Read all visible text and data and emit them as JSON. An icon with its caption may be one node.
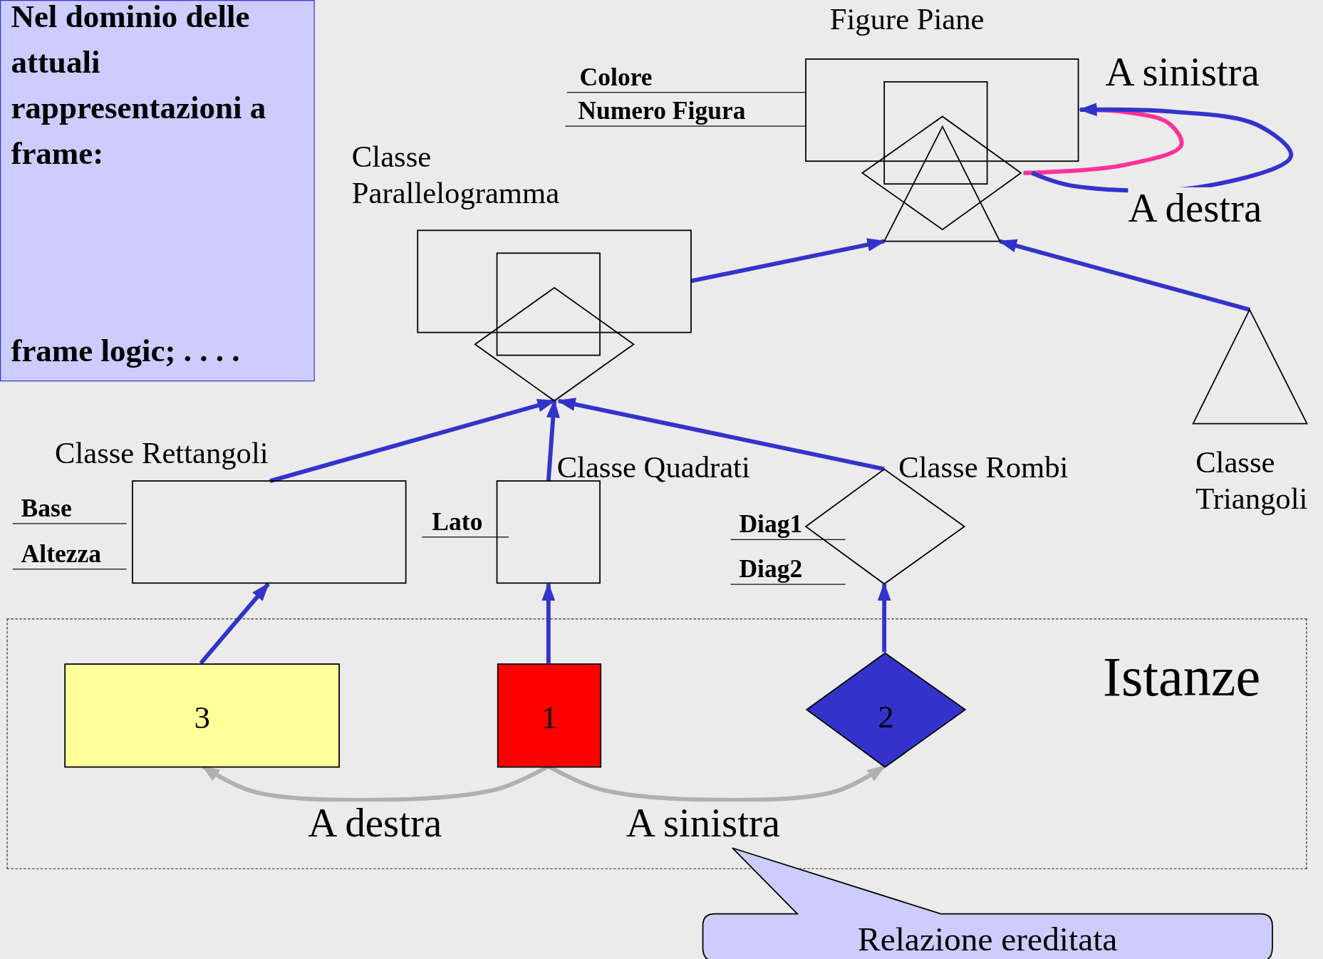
{
  "diagram": {
    "nodes": [
      {
        "text": [
          "Nel dominio delle attuali rappresentazioni a frame:",
          "frame logic; . . . ."
        ]
      },
      {
        "text": [
          "Figure Piane"
        ],
        "beside": [
          "Colore",
          "Numero Figura"
        ]
      },
      {
        "text": [
          "Classe Parallelogramma"
        ]
      },
      {
        "text": [
          "Classe Triangoli"
        ]
      },
      {
        "text": [
          "Classe Rettangoli"
        ],
        "beside": [
          "Base",
          "Altezza"
        ]
      },
      {
        "text": [
          "Classe Quadrati"
        ],
        "beside": [
          "Lato"
        ]
      },
      {
        "text": [
          "Classe Rombi"
        ],
        "beside": [
          "Diag1",
          "Diag2"
        ]
      },
      {
        "text": [
          "Istanze"
        ]
      },
      {
        "text": [
          "3"
        ],
        "in": 7
      },
      {
        "text": [
          "1"
        ],
        "in": 7
      },
      {
        "text": [
          "2"
        ],
        "in": 7
      },
      {
        "text": [
          "Relazione ereditata"
        ]
      }
    ],
    "edges": [
      {
        "from": 2,
        "to": 1,
        "arrow": "to"
      },
      {
        "from": 3,
        "to": 1,
        "arrow": "to"
      },
      {
        "from": 4,
        "to": 2,
        "arrow": "to"
      },
      {
        "from": 5,
        "to": 2,
        "arrow": "to"
      },
      {
        "from": 6,
        "to": 2,
        "arrow": "to"
      },
      {
        "from": 8,
        "to": 4,
        "arrow": "to"
      },
      {
        "from": 9,
        "to": 5,
        "arrow": "to"
      },
      {
        "from": 10,
        "to": 6,
        "arrow": "to"
      },
      {
        "from": 9,
        "to": 8,
        "arrow": "to",
        "label": "A destra",
        "color": "#b0b0b0"
      },
      {
        "from": 9,
        "to": 10,
        "arrow": "to",
        "label": "A sinistra",
        "color": "#b0b0b0"
      },
      {
        "from": 1,
        "to": 1,
        "arrow": "none",
        "label": "A sinistra",
        "color": "#ff3399"
      },
      {
        "from": 1,
        "to": 1,
        "arrow": "to",
        "label": "A destra"
      }
    ]
  }
}
